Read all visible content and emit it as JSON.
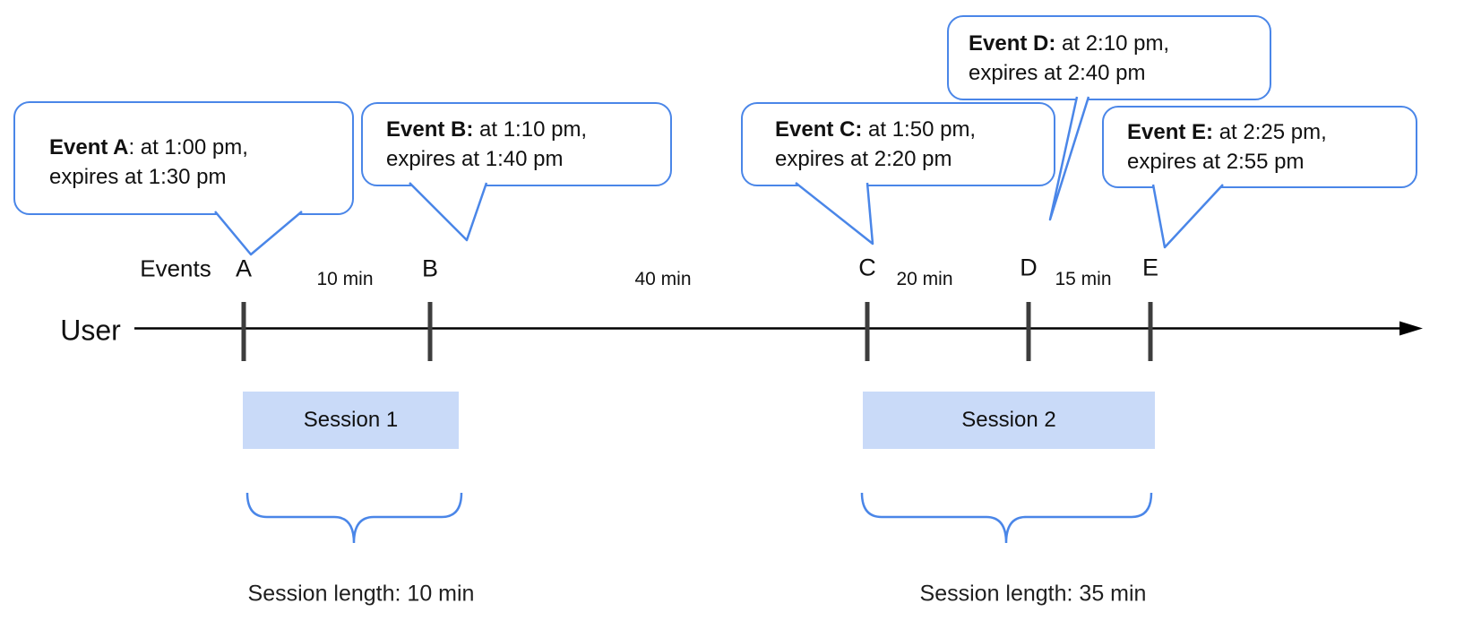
{
  "diagram": {
    "actor_label": "User",
    "events_axis_label": "Events"
  },
  "events": [
    {
      "tick": "A",
      "line1_bold": "Event A",
      "line1_rest": ": at 1:00 pm,",
      "line2": "expires at 1:30 pm"
    },
    {
      "tick": "B",
      "line1_bold": "Event B:",
      "line1_rest": " at 1:10 pm,",
      "line2": "expires at 1:40 pm"
    },
    {
      "tick": "C",
      "line1_bold": "Event C:",
      "line1_rest": " at 1:50 pm,",
      "line2": "expires at 2:20 pm"
    },
    {
      "tick": "D",
      "line1_bold": "Event D:",
      "line1_rest": " at 2:10 pm,",
      "line2": "expires at 2:40 pm"
    },
    {
      "tick": "E",
      "line1_bold": "Event E:",
      "line1_rest": " at 2:25 pm,",
      "line2": "expires at 2:55 pm"
    }
  ],
  "intervals": [
    {
      "label": "10 min"
    },
    {
      "label": "40 min"
    },
    {
      "label": "20 min"
    },
    {
      "label": "15 min"
    }
  ],
  "sessions": [
    {
      "label": "Session 1",
      "length": "Session length: 10 min"
    },
    {
      "label": "Session 2",
      "length": "Session length: 35 min"
    }
  ],
  "colors": {
    "accent_blue": "#4a86e8",
    "session_fill": "#c9daf8",
    "tick_gray": "#3d3d3d",
    "line_black": "#000000"
  }
}
